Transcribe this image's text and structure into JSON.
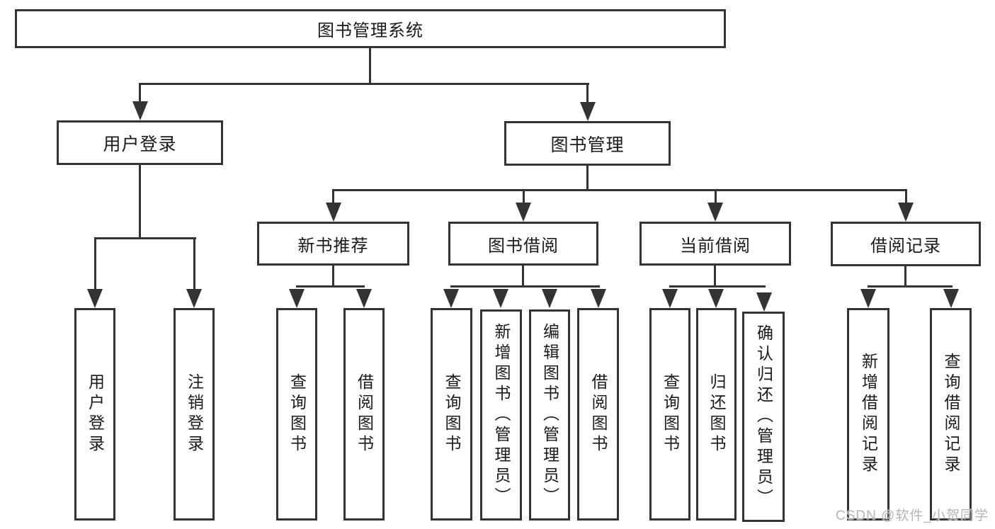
{
  "tree": {
    "label": "图书管理系统",
    "children": [
      {
        "label": "用户登录",
        "children": [
          {
            "label": "用户登录"
          },
          {
            "label": "注销登录"
          }
        ]
      },
      {
        "label": "图书管理",
        "children": [
          {
            "label": "新书推荐",
            "children": [
              {
                "label": "查询图书"
              },
              {
                "label": "借阅图书"
              }
            ]
          },
          {
            "label": "图书借阅",
            "children": [
              {
                "label": "查询图书"
              },
              {
                "label": "新增图书（管理员）"
              },
              {
                "label": "编辑图书（管理员）"
              },
              {
                "label": "借阅图书"
              }
            ]
          },
          {
            "label": "当前借阅",
            "children": [
              {
                "label": "查询图书"
              },
              {
                "label": "归还图书"
              },
              {
                "label": "确认归还（管理员）"
              }
            ]
          },
          {
            "label": "借阅记录",
            "children": [
              {
                "label": "新增借阅记录"
              },
              {
                "label": "查询借阅记录"
              }
            ]
          }
        ]
      }
    ]
  },
  "watermark": {
    "text": "CSDN @软件_小贺同学"
  },
  "colors": {
    "line": "#333333",
    "box_border": "#333333",
    "box_fill": "#ffffff",
    "text": "#1a1a1a",
    "background": "#ffffff",
    "watermark": "#b5b5b5"
  }
}
